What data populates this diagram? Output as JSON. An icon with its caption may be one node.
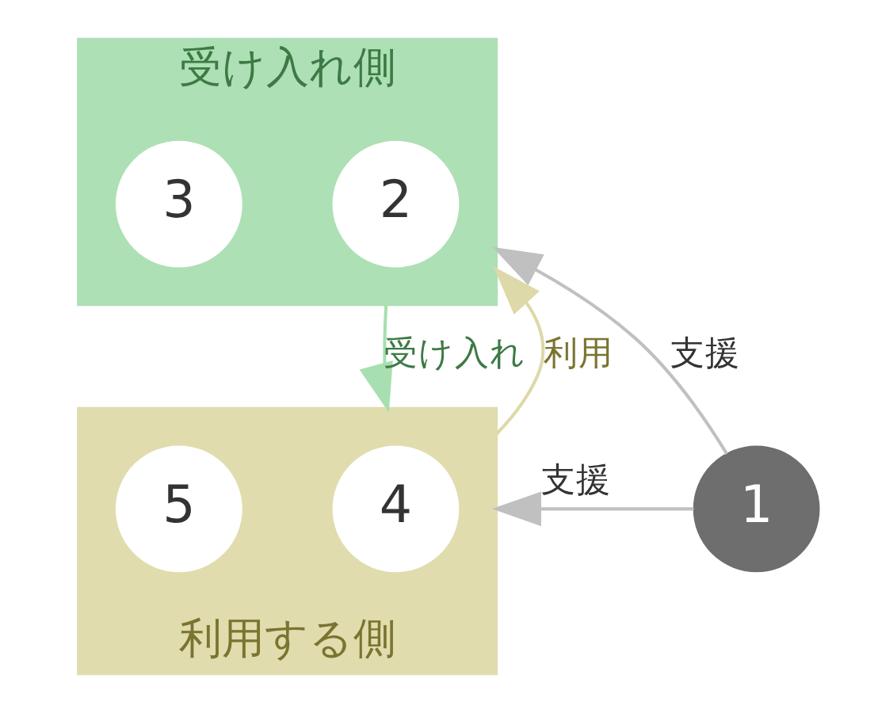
{
  "diagram": {
    "nodes": [
      {
        "text": [
          "受け入れ側"
        ]
      },
      {
        "text": [
          "2"
        ],
        "in": 0
      },
      {
        "text": [
          "3"
        ],
        "in": 0
      },
      {
        "text": [
          "1"
        ]
      },
      {
        "text": [
          "利用する側"
        ]
      },
      {
        "text": [
          "4"
        ],
        "in": 4
      },
      {
        "text": [
          "5"
        ],
        "in": 4
      }
    ],
    "edges": [
      {
        "from": 3,
        "to": 0,
        "arrow": "to",
        "label": "支援",
        "color": "#c0c0c0"
      },
      {
        "from": 3,
        "to": 4,
        "arrow": "to",
        "label": "支援",
        "color": "#c0c0c0"
      },
      {
        "from": 0,
        "to": 4,
        "arrow": "to",
        "label": "受け入れ",
        "color": "#a8dfb0"
      },
      {
        "from": 4,
        "to": 0,
        "arrow": "to",
        "label": "利用",
        "color": "#ddd9a8"
      }
    ]
  }
}
